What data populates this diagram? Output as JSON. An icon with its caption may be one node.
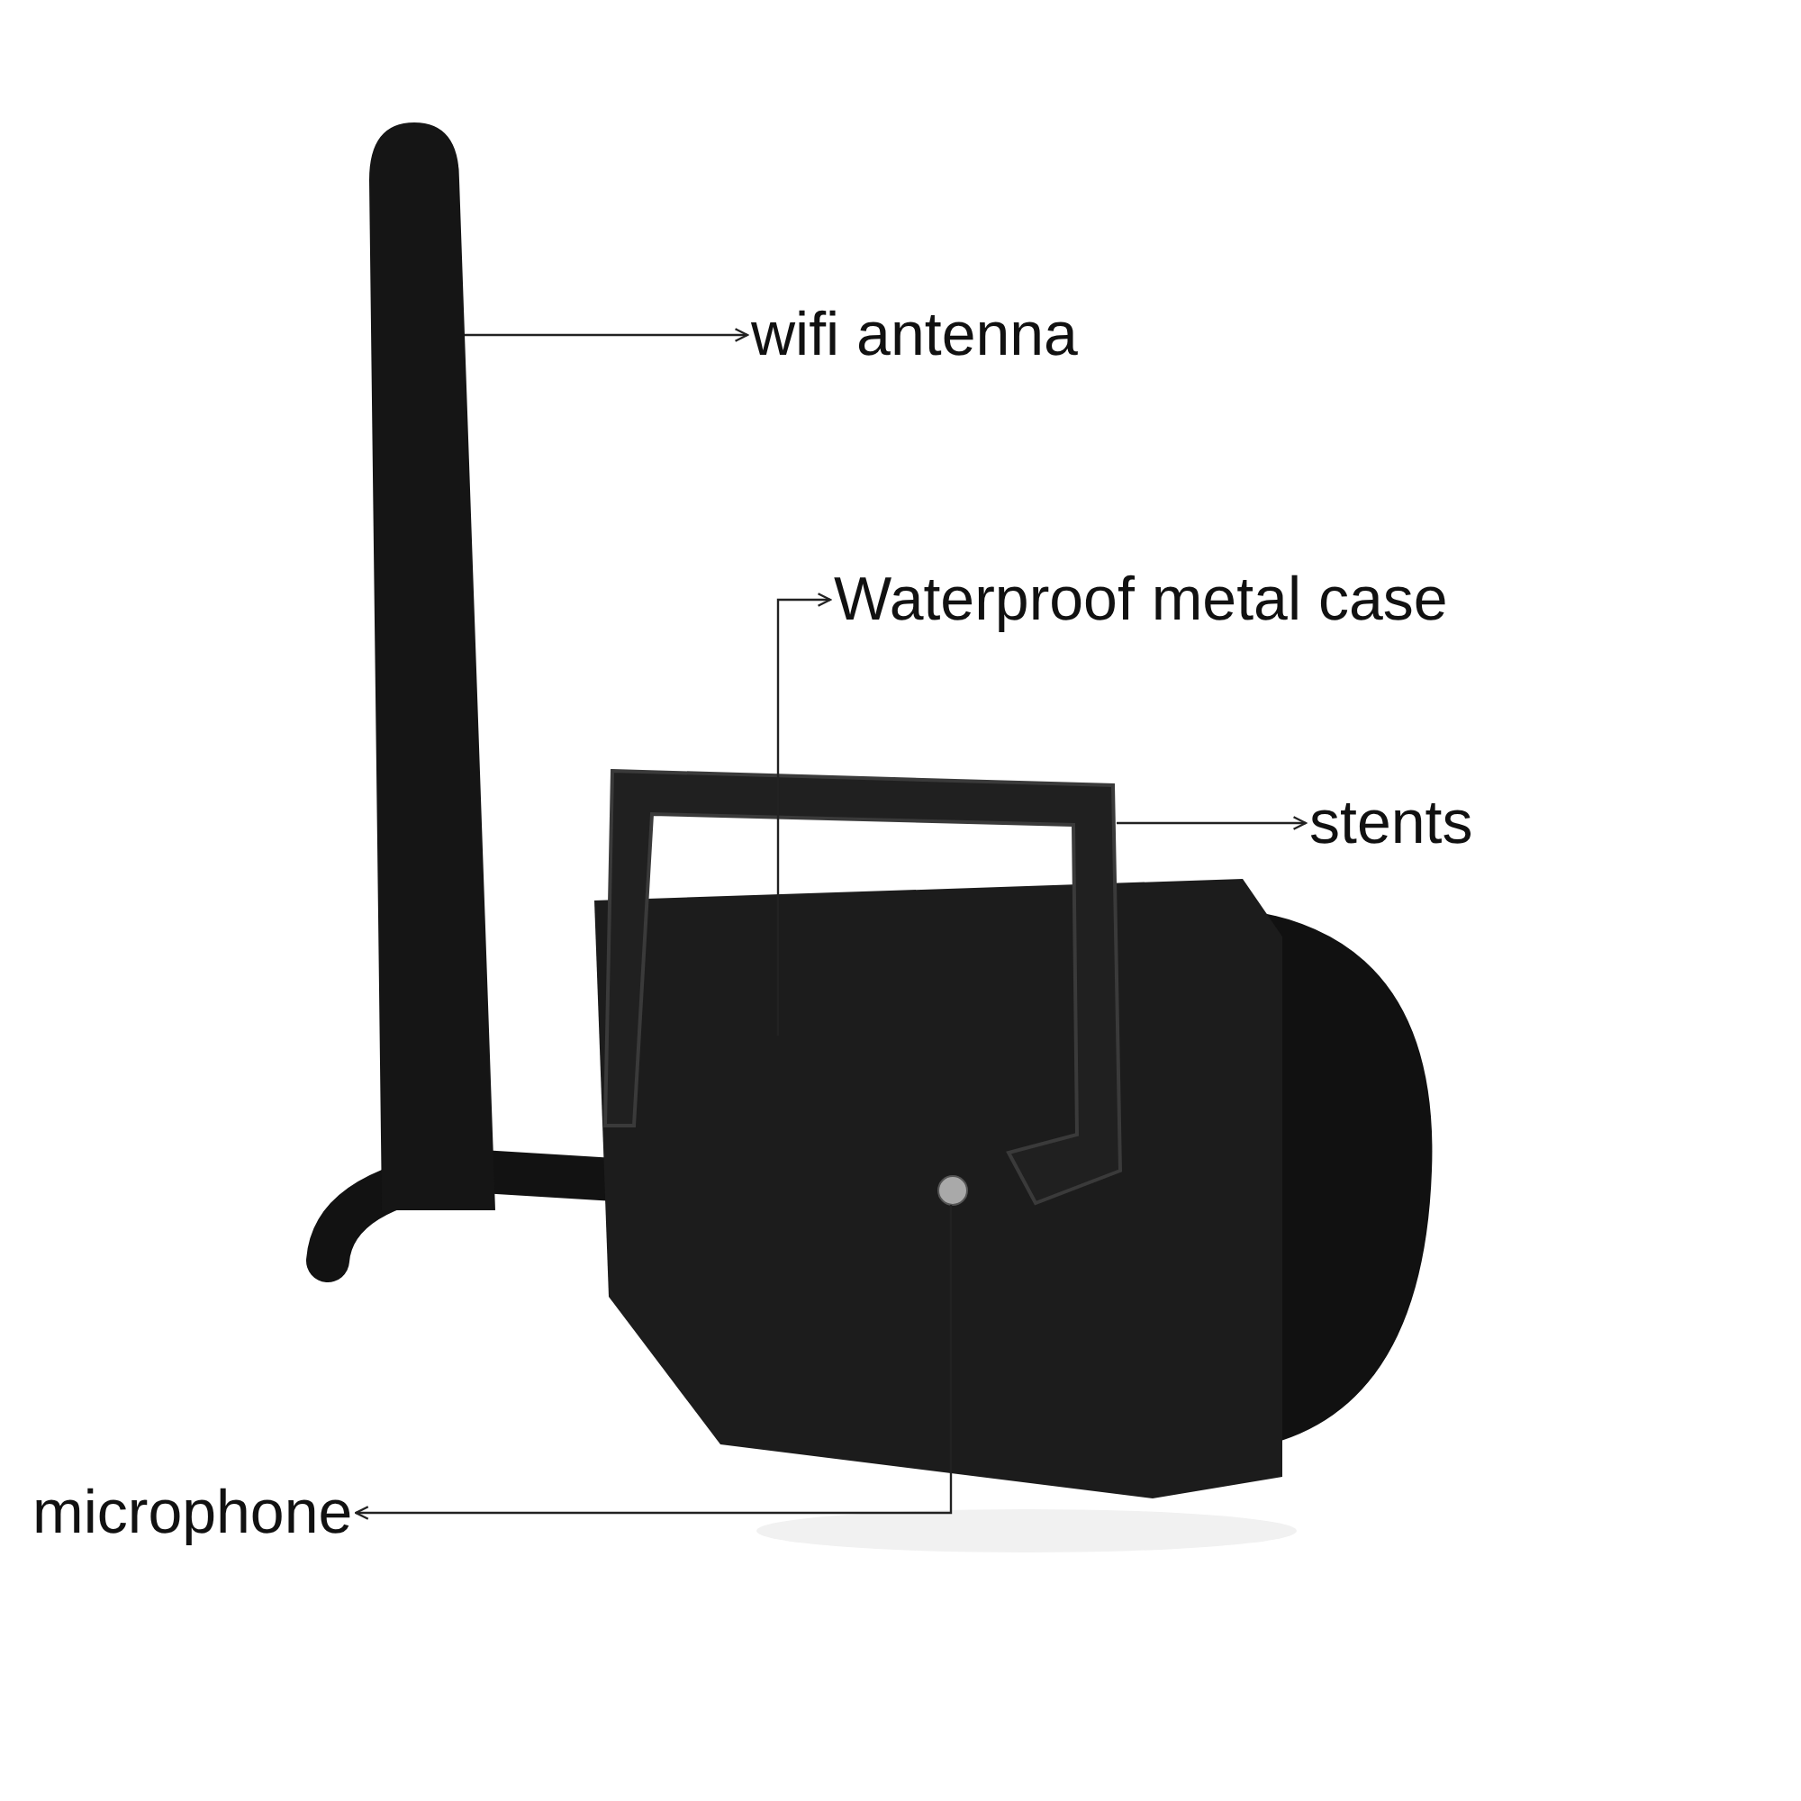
{
  "diagram": {
    "nodes": [
      {
        "text": [],
        "shape": "picture"
      },
      {
        "text": [
          "wifi antenna"
        ]
      },
      {
        "text": [],
        "shape": "picture"
      },
      {
        "text": [
          "Waterproof metal case"
        ]
      },
      {
        "text": [],
        "shape": "picture"
      },
      {
        "text": [
          "stents"
        ]
      },
      {
        "text": [],
        "shape": "circle",
        "in": 2
      },
      {
        "text": [
          "microphone"
        ]
      }
    ],
    "edges": [
      {
        "from": 0,
        "to": 1,
        "arrow": "to"
      },
      {
        "from": 2,
        "to": 3,
        "arrow": "to"
      },
      {
        "from": 4,
        "to": 5,
        "arrow": "to"
      },
      {
        "from": 6,
        "to": 7,
        "arrow": "to"
      }
    ]
  }
}
